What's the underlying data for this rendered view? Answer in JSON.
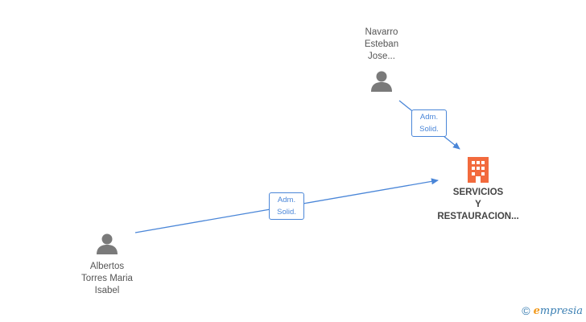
{
  "nodes": {
    "navarro": {
      "lines": [
        "Navarro",
        "Esteban",
        "Jose..."
      ]
    },
    "albertos": {
      "lines": [
        "Albertos",
        "Torres Maria",
        "Isabel"
      ]
    },
    "company": {
      "lines": [
        "SERVICIOS",
        "Y",
        "RESTAURACION..."
      ]
    }
  },
  "edges": {
    "navarro_company": {
      "lines": [
        "Adm.",
        "Solid."
      ]
    },
    "albertos_company": {
      "lines": [
        "Adm.",
        "Solid."
      ]
    }
  },
  "colors": {
    "edge": "#4a86d8",
    "person_icon": "#7a7a7a",
    "company_icon": "#f26a3d",
    "brand_blue": "#3a7fb3",
    "brand_orange": "#f29a1e"
  },
  "brand": {
    "symbol": "©",
    "initial": "e",
    "name_rest": "mpresia"
  },
  "icons": {
    "person": "person-icon",
    "company": "building-icon",
    "copyright": "copyright-icon"
  }
}
